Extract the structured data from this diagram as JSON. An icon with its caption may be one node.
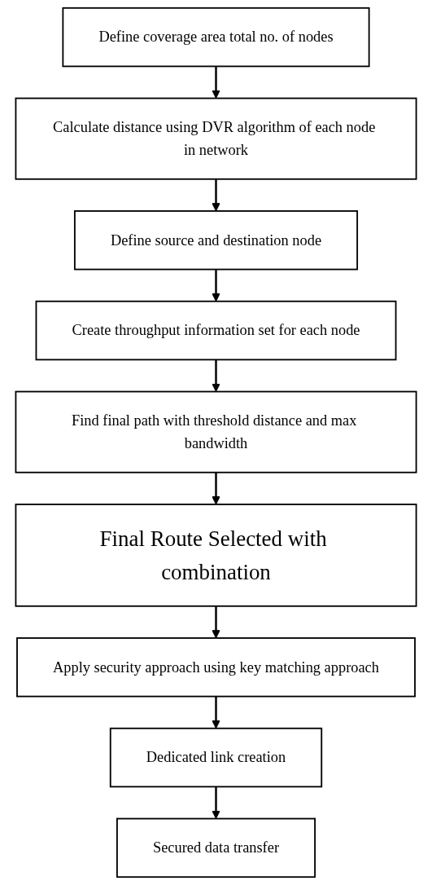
{
  "diagram": {
    "nodes": [
      {
        "text": [
          "Define coverage area total no. of nodes"
        ]
      },
      {
        "text": [
          "Calculate distance using DVR algorithm of each node in network"
        ]
      },
      {
        "text": [
          "Define source and destination node"
        ]
      },
      {
        "text": [
          "Create throughput information set for each node"
        ]
      },
      {
        "text": [
          "Find final path with threshold distance and max bandwidth"
        ]
      },
      {
        "text": [
          "Final Route Selected with combination"
        ]
      },
      {
        "text": [
          "Apply security approach using key matching approach"
        ]
      },
      {
        "text": [
          "Dedicated link creation"
        ]
      },
      {
        "text": [
          "Secured data transfer"
        ]
      }
    ],
    "edges": [
      {
        "from": 0,
        "to": 1,
        "arrow": "to"
      },
      {
        "from": 1,
        "to": 2,
        "arrow": "to"
      },
      {
        "from": 2,
        "to": 3,
        "arrow": "to"
      },
      {
        "from": 3,
        "to": 4,
        "arrow": "to"
      },
      {
        "from": 4,
        "to": 5,
        "arrow": "to"
      },
      {
        "from": 5,
        "to": 6,
        "arrow": "to"
      },
      {
        "from": 6,
        "to": 7,
        "arrow": "to"
      },
      {
        "from": 7,
        "to": 8,
        "arrow": "to"
      }
    ]
  }
}
